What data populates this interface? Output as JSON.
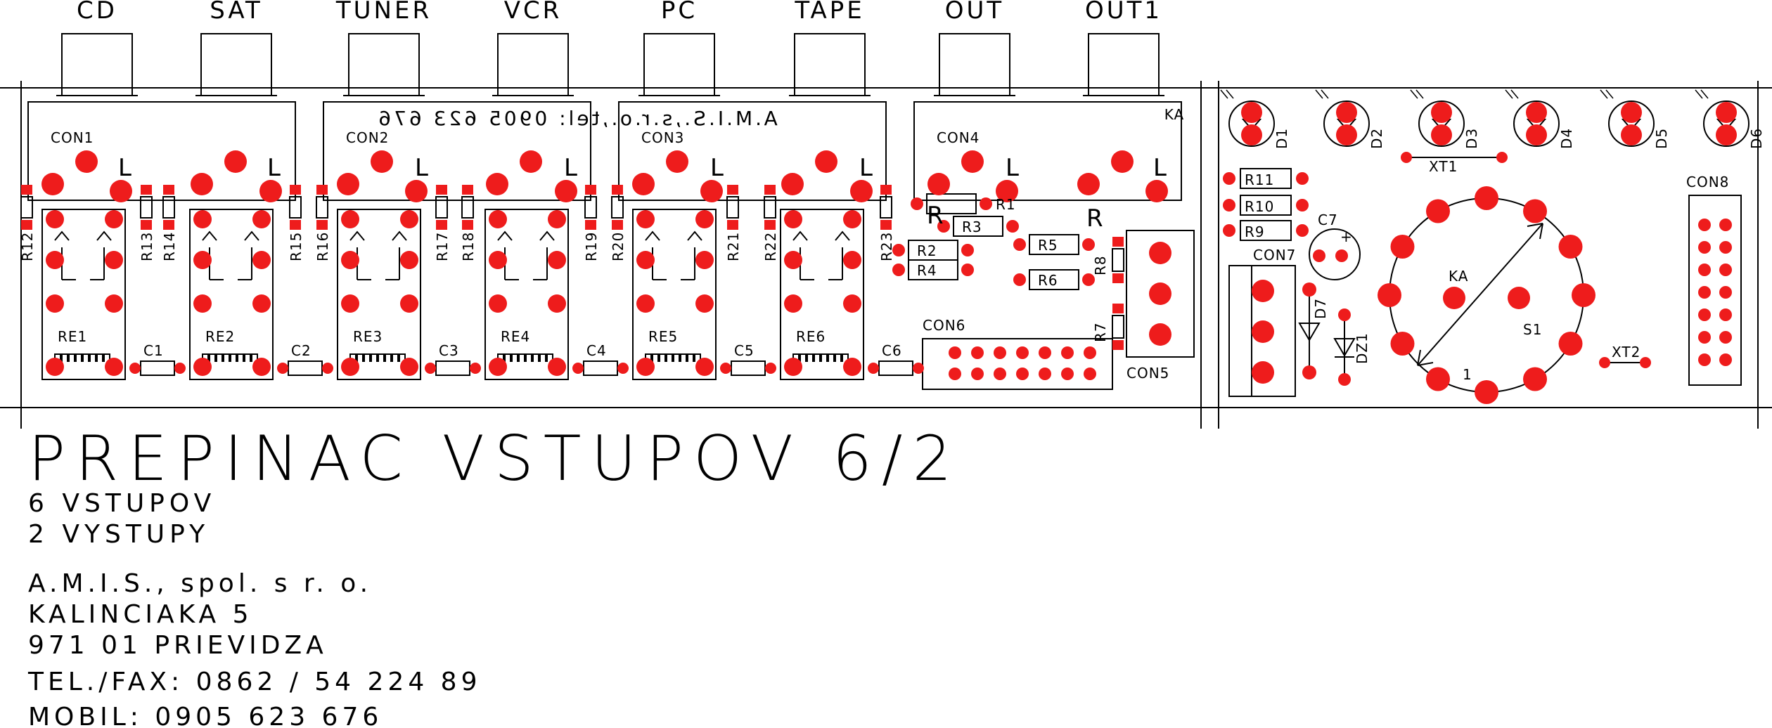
{
  "colors": {
    "pad": "#ee1c1c",
    "ink": "#000000",
    "background": "#ffffff"
  },
  "jacks": [
    "CD",
    "SAT",
    "TUNER",
    "VCR",
    "PC",
    "TAPE",
    "OUT",
    "OUT1"
  ],
  "mirror_text": "A.M.I.S.,s.r.o.,tel: 0905 623 676",
  "connectors": [
    "CON1",
    "CON2",
    "CON3",
    "CON4",
    "CON5",
    "CON6",
    "CON7",
    "CON8"
  ],
  "channel_labels": {
    "left": "L",
    "right": "R"
  },
  "relays": [
    "RE1",
    "RE2",
    "RE3",
    "RE4",
    "RE5",
    "RE6"
  ],
  "capacitors": [
    "C1",
    "C2",
    "C3",
    "C4",
    "C5",
    "C6",
    "C7"
  ],
  "resistors_vertical": [
    "R12",
    "R13",
    "R14",
    "R15",
    "R16",
    "R17",
    "R18",
    "R19",
    "R20",
    "R21",
    "R22",
    "R23"
  ],
  "resistors_horizontal": [
    "R1",
    "R2",
    "R3",
    "R4",
    "R5",
    "R6",
    "R7",
    "R8",
    "R9",
    "R10",
    "R11"
  ],
  "component_marks": {
    "r_mark": "R",
    "plus": "+",
    "ka": "KA"
  },
  "leds": [
    "D1",
    "D2",
    "D3",
    "D4",
    "D5",
    "D6"
  ],
  "diodes": [
    "D7",
    "DZ1"
  ],
  "switch": {
    "name": "S1",
    "pin": "1"
  },
  "test_points": [
    "XT1",
    "XT2"
  ],
  "title": "PREPINAC VSTUPOV 6/2",
  "subtitle_lines": [
    "6 VSTUPOV",
    "2 VYSTUPY"
  ],
  "company_block": [
    "A.M.I.S., spol. s r. o.",
    "KALINCIAKA 5",
    "971 01 PRIEVIDZA",
    "TEL./FAX: 0862 / 54 224 89",
    "MOBIL: 0905 623 676"
  ]
}
